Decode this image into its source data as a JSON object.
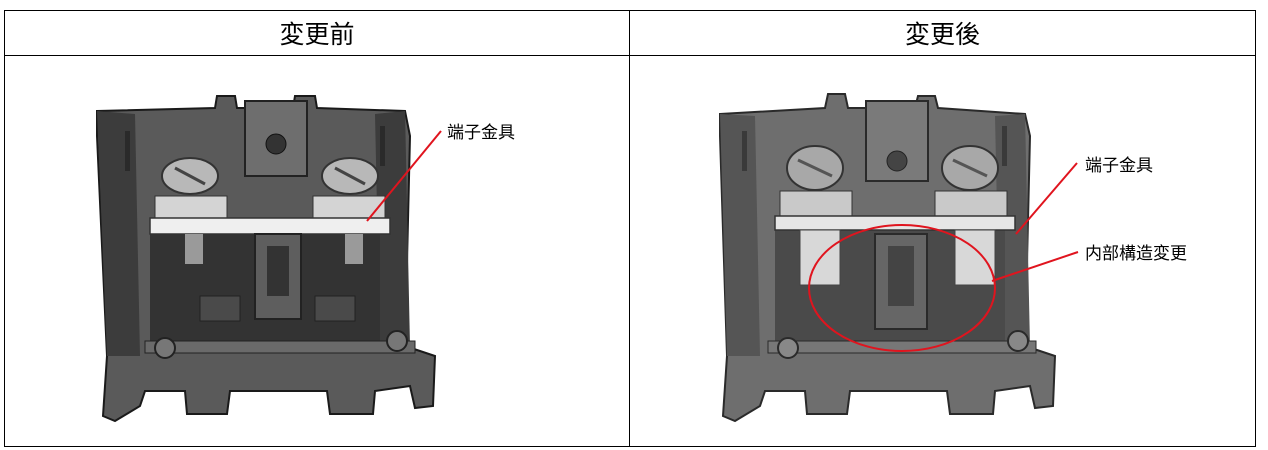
{
  "table": {
    "headers": [
      "変更前",
      "変更後"
    ]
  },
  "before": {
    "callout": "端子金具"
  },
  "after": {
    "callout_top": "端子金具",
    "callout_bottom": "内部構造変更"
  },
  "colors": {
    "before_body": "#4a4a4a",
    "after_body": "#6b6b6b",
    "annotation": "#e0141e"
  }
}
